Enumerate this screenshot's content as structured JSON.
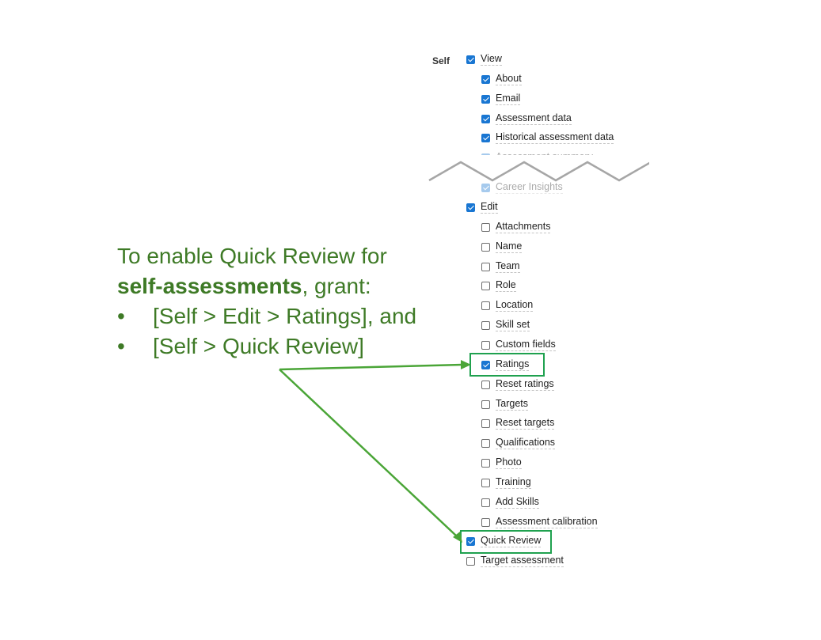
{
  "permissions": {
    "section_label": "Self",
    "view": {
      "label": "View",
      "checked": true,
      "items": [
        {
          "label": "About",
          "checked": true
        },
        {
          "label": "Email",
          "checked": true
        },
        {
          "label": "Assessment data",
          "checked": true
        },
        {
          "label": "Historical assessment data",
          "checked": true
        },
        {
          "label": "Assessment summary",
          "checked": true
        },
        {
          "label": "Career Insights",
          "checked": true
        }
      ]
    },
    "edit": {
      "label": "Edit",
      "checked": true,
      "items": [
        {
          "label": "Attachments",
          "checked": false
        },
        {
          "label": "Name",
          "checked": false
        },
        {
          "label": "Team",
          "checked": false
        },
        {
          "label": "Role",
          "checked": false
        },
        {
          "label": "Location",
          "checked": false
        },
        {
          "label": "Skill set",
          "checked": false
        },
        {
          "label": "Custom fields",
          "checked": false
        },
        {
          "label": "Ratings",
          "checked": true
        },
        {
          "label": "Reset ratings",
          "checked": false
        },
        {
          "label": "Targets",
          "checked": false
        },
        {
          "label": "Reset targets",
          "checked": false
        },
        {
          "label": "Qualifications",
          "checked": false
        },
        {
          "label": "Photo",
          "checked": false
        },
        {
          "label": "Training",
          "checked": false
        },
        {
          "label": "Add Skills",
          "checked": false
        },
        {
          "label": "Assessment calibration",
          "checked": false
        }
      ]
    },
    "quick_review": {
      "label": "Quick Review",
      "checked": true
    },
    "target_assessment": {
      "label": "Target assessment",
      "checked": false
    }
  },
  "annotation": {
    "line1": "To enable Quick Review for",
    "line2_bold": "self-assessments",
    "line2_rest": ", grant:",
    "bullet_char": "•",
    "bullets": [
      "[Self > Edit > Ratings], and",
      "[Self > Quick Review]"
    ]
  },
  "colors": {
    "annotation_text": "#3e7a26",
    "highlight_box": "#1fa14f",
    "arrow": "#4aa537",
    "checkbox_checked": "#1976d2"
  }
}
